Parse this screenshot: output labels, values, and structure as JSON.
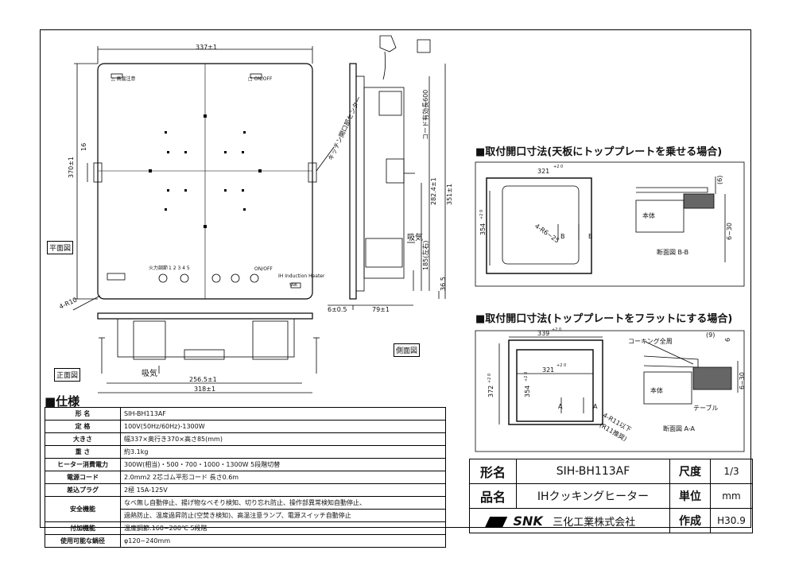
{
  "plan": {
    "label": "平面図",
    "dim_width": "337±1",
    "dim_depth": "370±1",
    "dim_16": "16",
    "dim_radius": "4-R10",
    "panel_left_text": "△ 高温注意",
    "panel_right_text": "□ ON/OFF",
    "ctrl_label": "火力調節",
    "ctrl_nums": "1 2 3 4 5",
    "ctrl_label2": "ON/OFF",
    "brand_mark": "IH Induction Heater",
    "sub_right": "SNK"
  },
  "side": {
    "label": "側面図",
    "cord_label": "コード有効長600",
    "center_label": "キッチン開口部センター",
    "intake_label": "吸気",
    "dim_351": "351±1",
    "dim_282": "282.4±1",
    "dim_185": "185(左右)",
    "dim_36": "36.5",
    "dim_6": "6±0.5",
    "dim_79": "79±1"
  },
  "front": {
    "label": "正面図",
    "intake_label": "吸気",
    "dim_256": "256.5±1",
    "dim_318": "318±1"
  },
  "opening1": {
    "title": "■取付開口寸法(天板にトッププレートを乗せる場合)",
    "dim_321": "321",
    "tol_321": "+2 0",
    "dim_354": "354",
    "tol_354": "+2 0",
    "radius": "4-R6~25",
    "marker": "B",
    "section_caption": "断面図 B-B",
    "body_label": "本体",
    "dim_6": "(6)",
    "dim_6_30": "6~30"
  },
  "opening2": {
    "title": "■取付開口寸法(トッププレートをフラットにする場合)",
    "dim_339": "339",
    "tol_339": "+2 0",
    "dim_321": "321",
    "tol_321": "+2 0",
    "dim_372": "372",
    "tol_372": "+2 0",
    "dim_354": "354",
    "tol_354": "+2 0",
    "marker": "A",
    "radius_note1": "4-R11以下",
    "radius_note2": "(R11推奨)",
    "caulking": "コーキング全周",
    "dim_9": "(9)",
    "dim_6": "6",
    "dim_6_30": "6~30",
    "body_label": "本体",
    "table_label": "テーブル",
    "section_caption": "断面図 A-A"
  },
  "spec": {
    "title": "■仕様",
    "rows": [
      {
        "k": "形 名",
        "v": "SIH-BH113AF"
      },
      {
        "k": "定 格",
        "v": "100V(50Hz/60Hz)-1300W"
      },
      {
        "k": "大きさ",
        "v": "幅337×奥行き370×高さ85(mm)"
      },
      {
        "k": "重 さ",
        "v": "約3.1kg"
      },
      {
        "k": "ヒーター消費電力",
        "v": "300W(相当)・500・700・1000・1300W 5段階切替"
      },
      {
        "k": "電源コード",
        "v": "2.0mm2 2芯ゴム平形コード 長さ0.6m"
      },
      {
        "k": "差込プラグ",
        "v": "2極 15A-125V"
      },
      {
        "k": "安全機能",
        "v": "なべ無し自動停止、揚げ物なべそり検知、切り忘れ防止、操作部異常検知自動停止、"
      },
      {
        "k": "",
        "v": "過熱防止、温度過昇防止(空焚き検知)、高温注意ランプ、電源スイッチ自動停止"
      },
      {
        "k": "付加機能",
        "v": "温度調節:160~200℃ 5段階"
      },
      {
        "k": "使用可能な鍋径",
        "v": "φ120~240mm"
      }
    ]
  },
  "titleblock": {
    "model_label": "形名",
    "model_value": "SIH-BH113AF",
    "scale_label": "尺度",
    "scale_value": "1/3",
    "name_label": "品名",
    "name_value": "IHクッキングヒーター",
    "unit_label": "単位",
    "unit_value": "mm",
    "logo_text": "SNK",
    "company": "三化工業株式会社",
    "made_label": "作成",
    "made_value": "H30.9"
  }
}
